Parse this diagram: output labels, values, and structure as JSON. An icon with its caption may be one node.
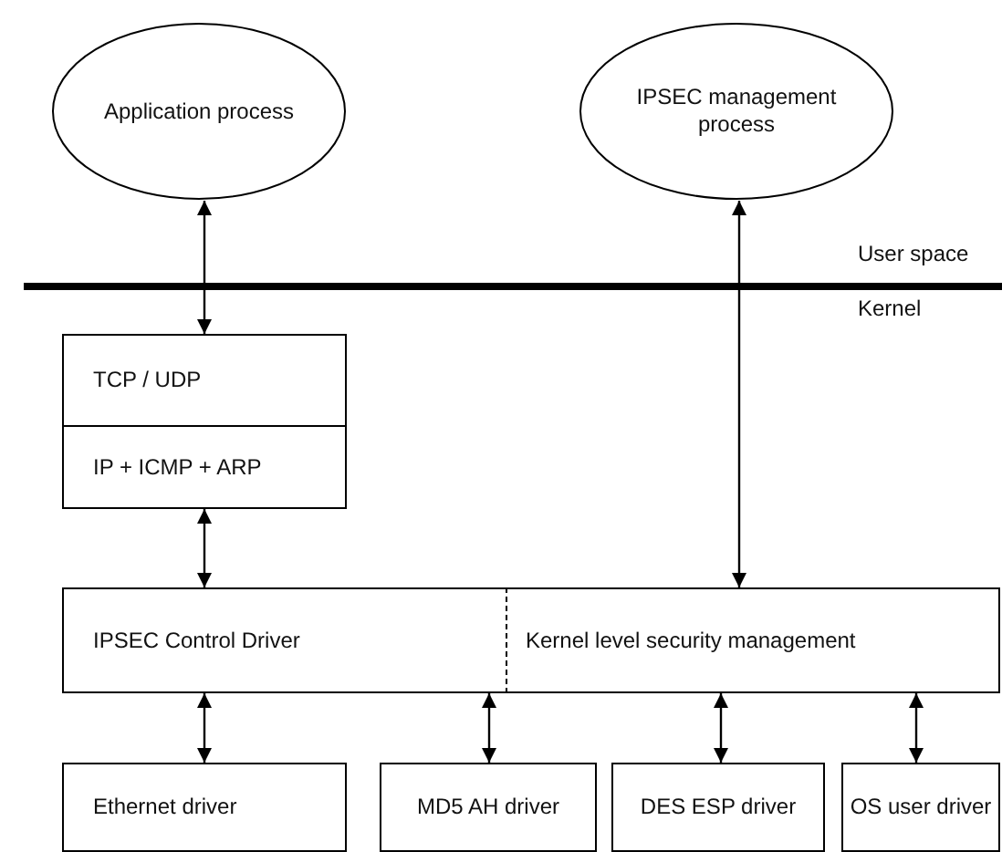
{
  "diagram": {
    "nodes": [
      {
        "text": [
          "Application process"
        ]
      },
      {
        "text": [
          "IPSEC management process"
        ]
      },
      {
        "text": [
          "TCP / UDP"
        ]
      },
      {
        "text": [
          "IP + ICMP + ARP"
        ]
      },
      {
        "text": [
          "IPSEC Control Driver"
        ]
      },
      {
        "text": [
          "Kernel level security management"
        ]
      },
      {
        "text": [
          "Ethernet driver"
        ]
      },
      {
        "text": [
          "MD5 AH driver"
        ]
      },
      {
        "text": [
          "DES ESP driver"
        ]
      },
      {
        "text": [
          "OS user driver"
        ]
      }
    ],
    "edges": [
      {
        "from": 0,
        "to": 2,
        "arrow": "both"
      },
      {
        "from": 1,
        "to": 5,
        "arrow": "both"
      },
      {
        "from": 3,
        "to": 4,
        "arrow": "both"
      },
      {
        "from": 4,
        "to": 6,
        "arrow": "both"
      },
      {
        "from": 4,
        "to": 7,
        "arrow": "both"
      },
      {
        "from": 5,
        "to": 8,
        "arrow": "both"
      },
      {
        "from": 5,
        "to": 9,
        "arrow": "both"
      }
    ],
    "labels": [
      "User space",
      "Kernel"
    ]
  }
}
